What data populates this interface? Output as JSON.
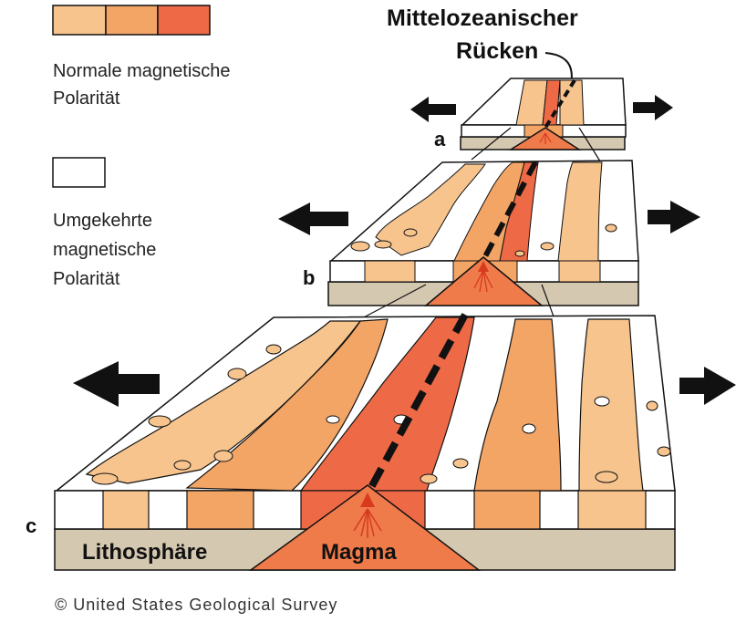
{
  "title": {
    "line1": "Mittelozeanischer",
    "line2": "Rücken"
  },
  "legend": {
    "normal": {
      "line1": "Normale magnetische",
      "line2": "Polarität"
    },
    "reversed": {
      "line1": "Umgekehrte",
      "line2": "magnetische",
      "line3": "Polarität"
    }
  },
  "stages": {
    "a": "a",
    "b": "b",
    "c": "c"
  },
  "layers": {
    "lithosphere": "Lithosphäre",
    "magma": "Magma"
  },
  "copyright": "© United States Geological Survey",
  "colors": {
    "light_orange": "#F8C48E",
    "mid_orange": "#F3A566",
    "dark_orange": "#EE6A47",
    "magma": "#EF7A4A",
    "lithosphere": "#D5C8B0",
    "outline": "#111111",
    "crust_white": "#ffffff"
  }
}
